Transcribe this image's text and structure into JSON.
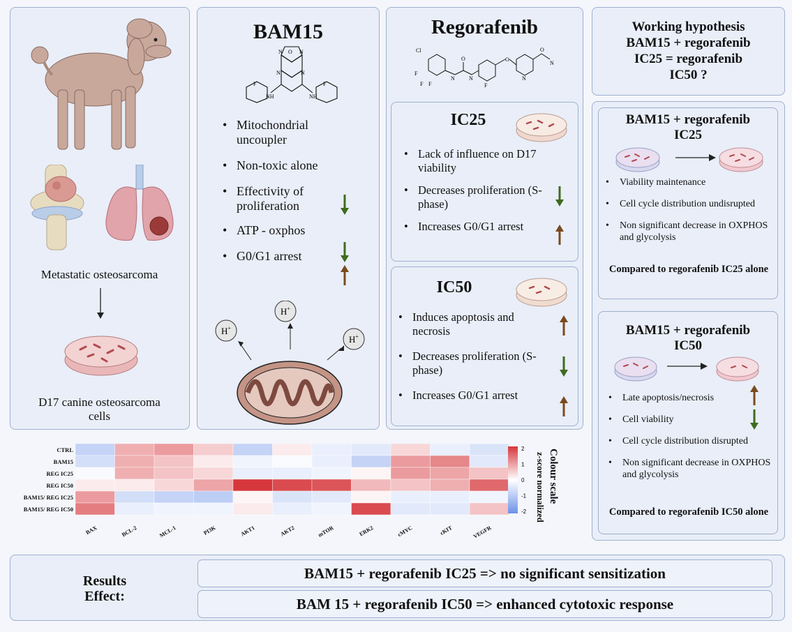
{
  "panel1": {
    "label_metastatic": "Metastatic osteosarcoma",
    "label_cells_line1": "D17 canine osteosarcoma",
    "label_cells_line2": "cells"
  },
  "bam15": {
    "title": "BAM15",
    "bullets": [
      "Mitochondrial uncoupler",
      "Non-toxic alone",
      "Effectivity of proliferation",
      "ATP - oxphos",
      "G0/G1 arrest"
    ],
    "proton_label": "H"
  },
  "regorafenib": {
    "title": "Regorafenib",
    "ic25": {
      "title": "IC25",
      "bullets": [
        "Lack of influence on D17 viability",
        "Decreases proliferation (S-phase)",
        "Increases G0/G1 arrest"
      ]
    },
    "ic50": {
      "title": "IC50",
      "bullets": [
        "Induces apoptosis and necrosis",
        "Decreases proliferation (S-phase)",
        "Increases G0/G1 arrest"
      ]
    }
  },
  "hypothesis": {
    "lines": [
      "Working hypothesis",
      "BAM15 + regorafenib",
      "IC25 = regorafenib",
      "IC50 ?"
    ]
  },
  "combo25": {
    "title_line1": "BAM15 + regorafenib",
    "title_line2": "IC25",
    "bullets": [
      "Viability maintenance",
      "Cell cycle distribution undisrupted",
      "Non significant decrease in OXPHOS and glycolysis"
    ],
    "footer": "Compared to regorafenib IC25 alone"
  },
  "combo50": {
    "title_line1": "BAM15 + regorafenib",
    "title_line2": "IC50",
    "bullets": [
      "Late apoptosis/necrosis",
      "Cell viability",
      "Cell cycle distribution disrupted",
      "Non significant decrease in OXPHOS and glycolysis"
    ],
    "footer": "Compared to regorafenib IC50 alone"
  },
  "results": {
    "label_line1": "Results",
    "label_line2": "Effect:",
    "line1": "BAM15 + regorafenib IC25 => no significant sensitization",
    "line2": "BAM 15 + regorafenib IC50 =>  enhanced cytotoxic response"
  },
  "colors": {
    "arrow_down": "#3f6b1f",
    "arrow_up": "#7a4a1e",
    "panel_border": "#9fb0cf",
    "panel_fill": "#e9eef8"
  },
  "chart_data": {
    "type": "heatmap",
    "rows": [
      "CTRL",
      "BAM15",
      "REG IC25",
      "REG IC50",
      "BAM15/ REG IC25",
      "BAM15/ REG IC50"
    ],
    "columns": [
      "BAX",
      "BCL-2",
      "MCL-1",
      "PI3K",
      "AKT1",
      "AKT2",
      "mTOR",
      "ERK2",
      "cMYC",
      "cKIT",
      "VEGFR"
    ],
    "values": [
      [
        -0.8,
        0.8,
        1.0,
        0.5,
        -0.8,
        0.2,
        -0.3,
        -0.4,
        0.4,
        -0.3,
        -0.5
      ],
      [
        -0.6,
        0.8,
        0.6,
        0.2,
        -0.2,
        -0.1,
        -0.3,
        -0.8,
        1.0,
        1.2,
        -0.4
      ],
      [
        -0.1,
        0.8,
        0.6,
        0.4,
        -0.3,
        -0.3,
        -0.2,
        0.1,
        1.0,
        0.9,
        0.6
      ],
      [
        0.2,
        0.2,
        0.4,
        0.9,
        2.0,
        1.8,
        1.7,
        0.7,
        0.6,
        0.8,
        1.5
      ],
      [
        1.0,
        -0.6,
        -0.8,
        -0.9,
        0.1,
        -0.5,
        -0.4,
        0.1,
        -0.3,
        -0.3,
        -0.2
      ],
      [
        1.3,
        -0.3,
        -0.2,
        -0.2,
        0.2,
        -0.3,
        -0.2,
        1.8,
        -0.4,
        -0.4,
        0.6
      ]
    ],
    "colorbar_label": "Colour scale",
    "colorbar_sublabel": "z-score normalized",
    "colorbar_ticks": [
      "2",
      "1",
      "0",
      "-1",
      "-2"
    ],
    "range": [
      -2,
      2
    ]
  }
}
